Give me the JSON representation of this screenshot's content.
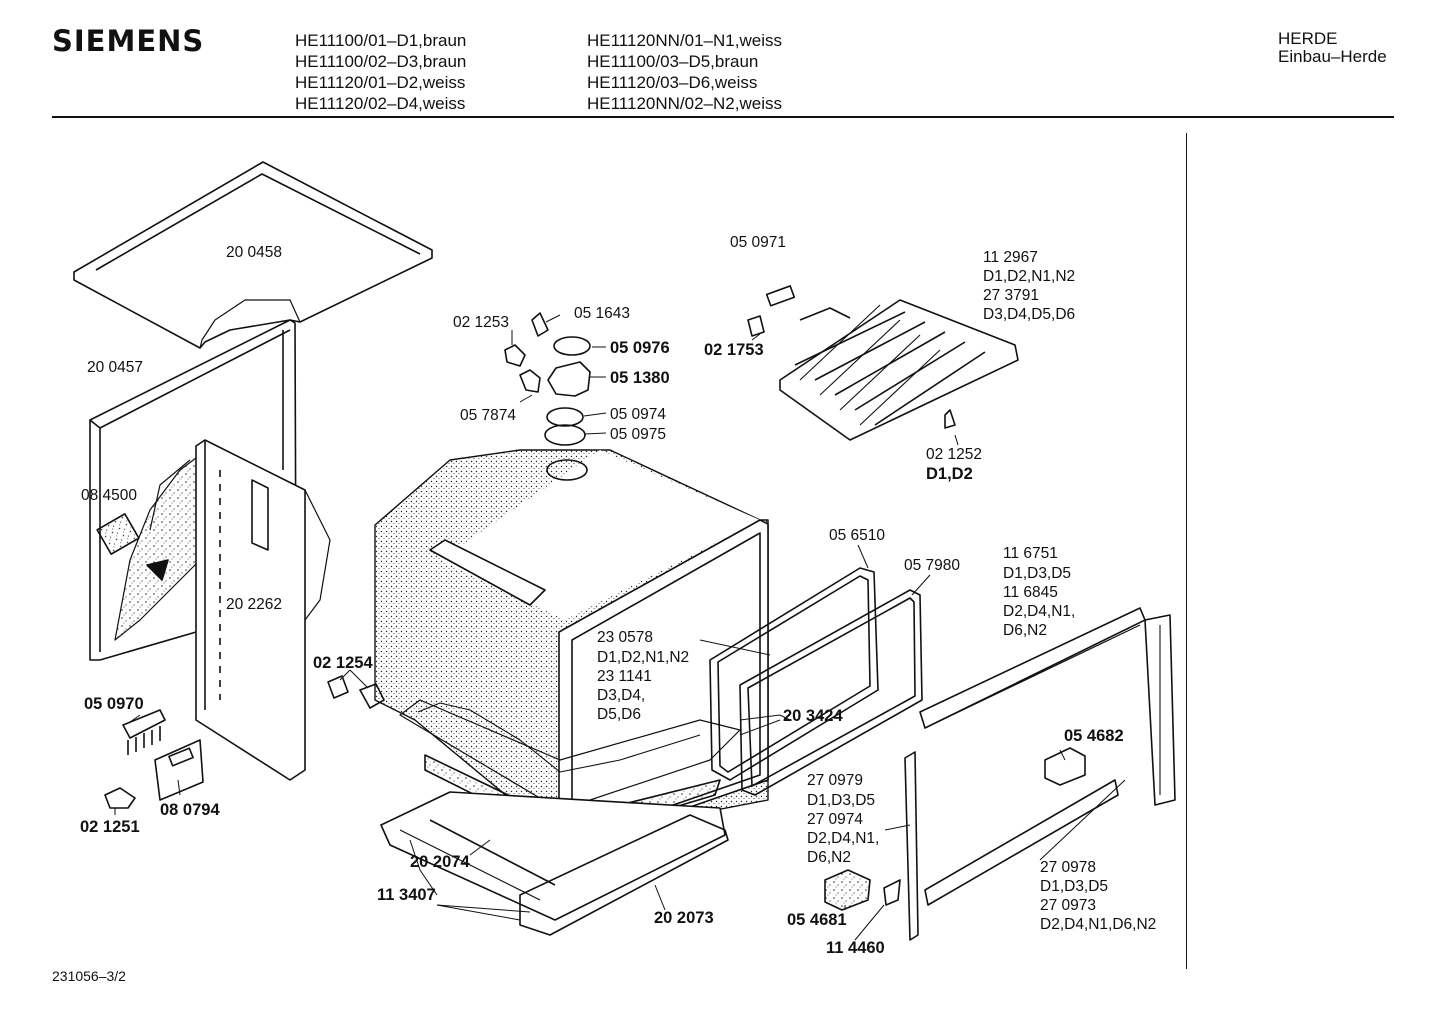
{
  "header": {
    "brand": "SIEMENS",
    "models_col1": [
      "HE11100/01–D1,braun",
      "HE11100/02–D3,braun",
      "HE11120/01–D2,weiss",
      "HE11120/02–D4,weiss"
    ],
    "models_col2": [
      "HE11120NN/01–N1,weiss",
      "HE11100/03–D5,braun",
      "HE11120/03–D6,weiss",
      "HE11120NN/02–N2,weiss"
    ],
    "category_line1": "HERDE",
    "category_line2": "Einbau–Herde"
  },
  "footer": {
    "doc_number": "231056–3/2"
  },
  "part_labels": {
    "p200458": "20 0458",
    "p200457": "20 0457",
    "p084500": "08 4500",
    "p202262": "20 2262",
    "p021253": "02 1253",
    "p051643": "05 1643",
    "p050976": "05 0976",
    "p051380": "05 1380",
    "p057874": "05 7874",
    "p050974": "05 0974",
    "p050975": "05 0975",
    "p050971": "05 0971",
    "p021753": "02 1753",
    "p112967": "11 2967",
    "p112967_var": "D1,D2,N1,N2",
    "p273791": "27 3791",
    "p273791_var": "D3,D4,D5,D6",
    "p021252": "02 1252",
    "p021252_var": "D1,D2",
    "p056510": "05 6510",
    "p057980": "05 7980",
    "p116751": "11 6751",
    "p116751_var": "D1,D3,D5",
    "p116845": "11 6845",
    "p116845_var1": "D2,D4,N1,",
    "p116845_var2": "D6,N2",
    "p230578": "23 0578",
    "p230578_var": "D1,D2,N1,N2",
    "p231141": "23 1141",
    "p231141_var1": "D3,D4,",
    "p231141_var2": "D5,D6",
    "p203424": "20 3424",
    "p021254": "02 1254",
    "p050970": "05 0970",
    "p080794": "08 0794",
    "p021251": "02 1251",
    "p054682": "05 4682",
    "p270979": "27 0979",
    "p270979_var": "D1,D3,D5",
    "p270974": "27 0974",
    "p270974_var1": "D2,D4,N1,",
    "p270974_var2": "D6,N2",
    "p054681": "05 4681",
    "p114460": "11 4460",
    "p270978": "27 0978",
    "p270978_var": "D1,D3,D5",
    "p270973": "27 0973",
    "p270973_var": "D2,D4,N1,D6,N2",
    "p202074": "20 2074",
    "p113407": "11 3407",
    "p202073": "20 2073"
  }
}
